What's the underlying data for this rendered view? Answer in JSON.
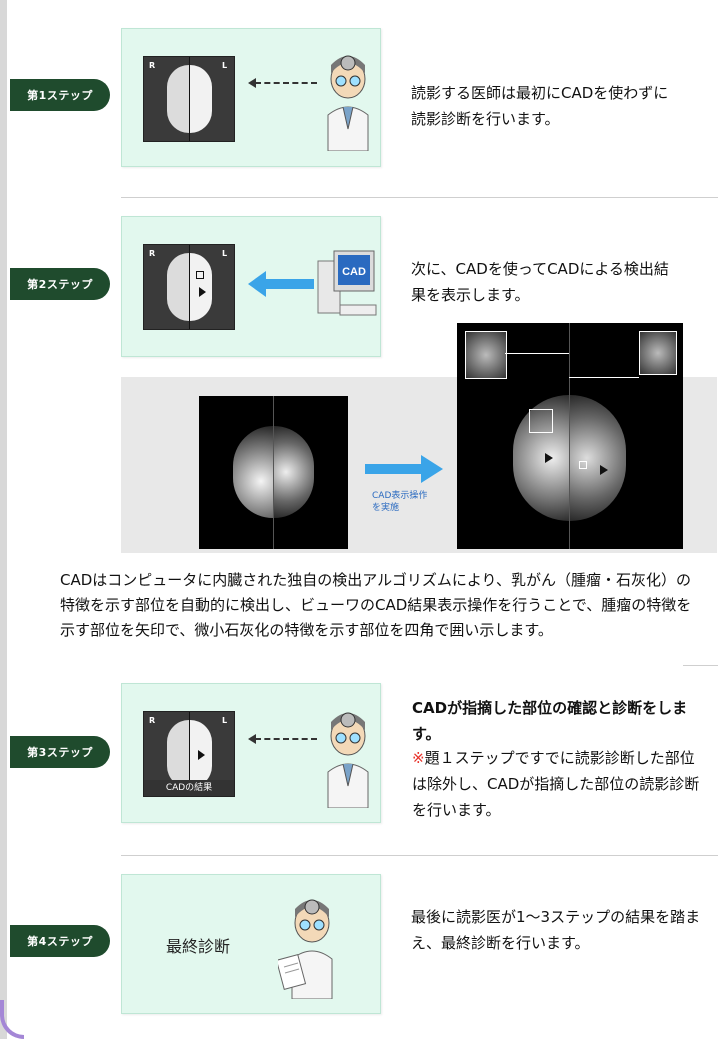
{
  "steps": [
    {
      "tab": "第1ステップ",
      "desc": "読影する医師は最初にCADを使わずに読影診断を行います。"
    },
    {
      "tab": "第2ステップ",
      "desc": "次に、CADを使ってCADによる検出結果を表示します。",
      "computer_label": "CAD",
      "arrow_caption_1": "CAD表示操作",
      "arrow_caption_2": "を実施",
      "paragraph": "CADはコンピュータに内臓された独自の検出アルゴリズムにより、乳がん（腫瘤・石灰化）の特徴を示す部位を自動的に検出し、ビューワのCAD結果表示操作を行うことで、腫瘤の特徴を示す部位を矢印で、微小石灰化の特徴を示す部位を四角で囲い示します。"
    },
    {
      "tab": "第3ステップ",
      "heading": "CADが指摘した部位の確認と診断をします。",
      "note": "※題１ステップですでに読影診断した部位は除外し、CADが指摘した部位の読影診断を行います。",
      "panel_caption": "CADの結果"
    },
    {
      "tab": "第4ステップ",
      "panel_text": "最終診断",
      "desc": "最後に読影医が1〜3ステップの結果を踏まえ、最終診断を行います。"
    }
  ],
  "mammo_labels": {
    "right": "R",
    "left": "L"
  },
  "colors": {
    "tab_bg": "#1f4b2d",
    "panel_bg": "#e2f8ee",
    "arrow_blue": "#3aa4e8",
    "note_red": "#e8332b"
  }
}
